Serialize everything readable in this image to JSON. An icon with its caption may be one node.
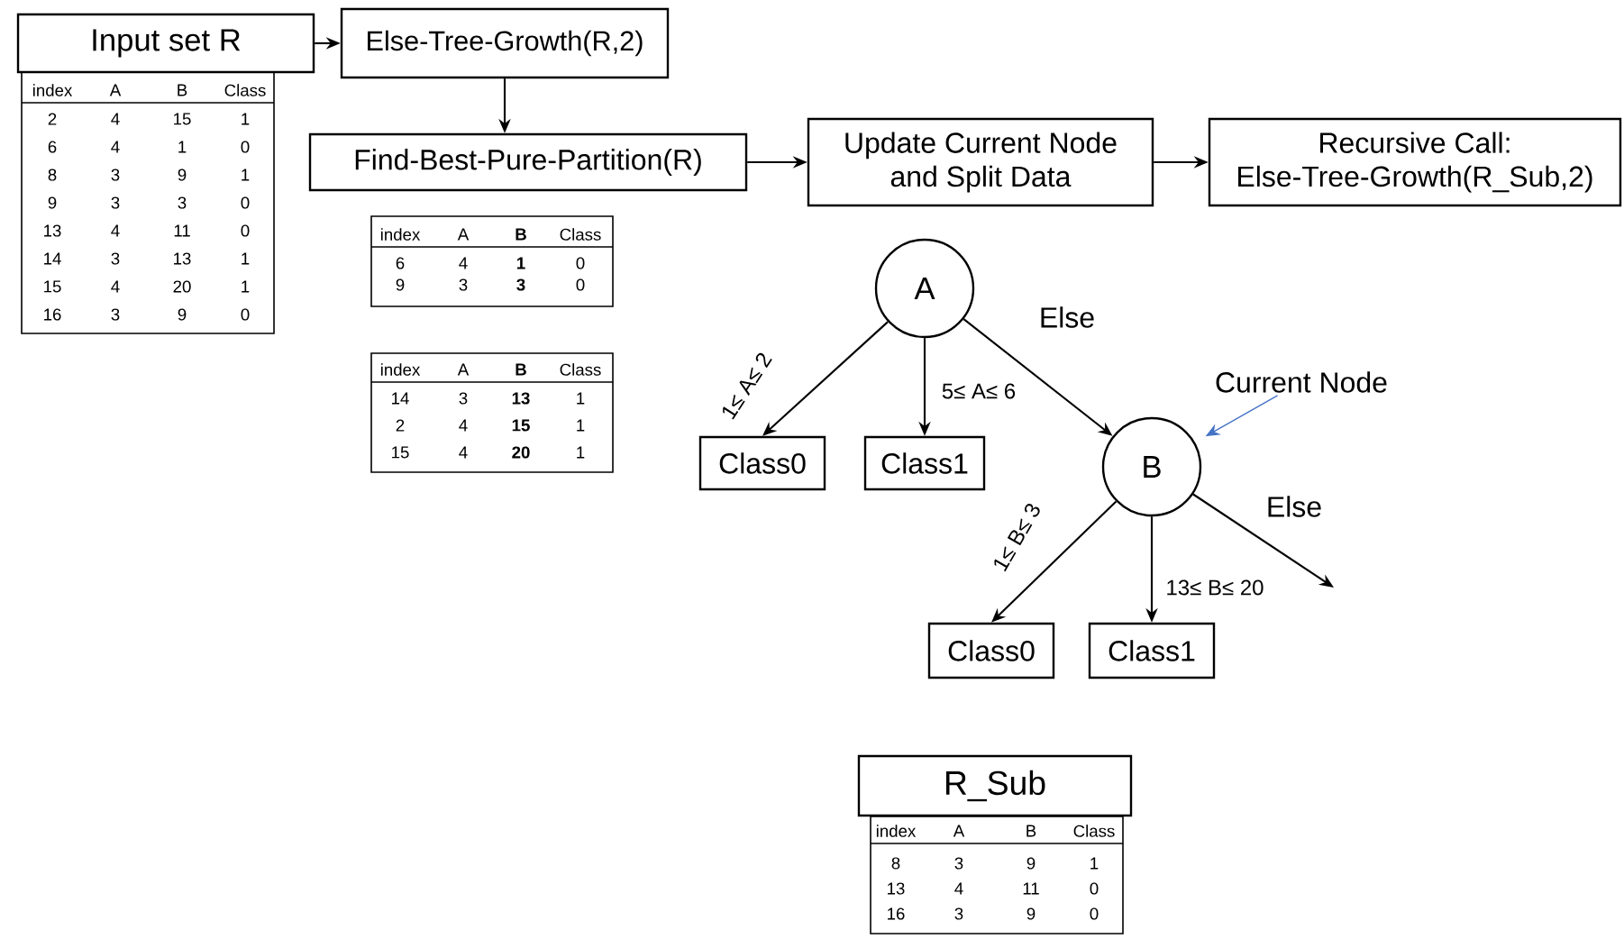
{
  "diagram": {
    "nodes": [
      {
        "text": [
          "Input set R"
        ]
      },
      {
        "text": [
          "Else-Tree-Growth(R,2)"
        ]
      },
      {
        "text": [
          "Find-Best-Pure-Partition(R)"
        ]
      },
      {
        "text": [
          "Update Current Node and Split Data"
        ]
      },
      {
        "text": [
          "Recursive Call: Else-Tree-Growth(R_Sub,2)"
        ]
      },
      {
        "text": [
          "A"
        ]
      },
      {
        "text": [
          "Class0"
        ]
      },
      {
        "text": [
          "Class1"
        ]
      },
      {
        "text": [
          "B"
        ]
      },
      {
        "text": [
          "Current Node"
        ]
      },
      {
        "text": [
          "Class0"
        ]
      },
      {
        "text": [
          "Class1"
        ]
      },
      {
        "text": [
          "R_Sub"
        ]
      }
    ],
    "edges": [
      {
        "from": 0,
        "to": 1,
        "arrow": "to"
      },
      {
        "from": 1,
        "to": 2,
        "arrow": "to"
      },
      {
        "from": 2,
        "to": 3,
        "arrow": "to"
      },
      {
        "from": 3,
        "to": 4,
        "arrow": "to"
      },
      {
        "from": 5,
        "to": 6,
        "arrow": "to",
        "label": "1≤ A≤ 2"
      },
      {
        "from": 5,
        "to": 7,
        "arrow": "to",
        "label": "5≤ A≤ 6"
      },
      {
        "from": 5,
        "to": 8,
        "arrow": "to",
        "label": "Else"
      },
      {
        "from": 9,
        "to": 8,
        "arrow": "to",
        "color": "#4472c4"
      },
      {
        "from": 8,
        "to": 10,
        "arrow": "to",
        "label": "1≤ B≤ 3"
      },
      {
        "from": 8,
        "to": 11,
        "arrow": "to",
        "label": "13≤ B≤ 20"
      },
      {
        "from": 8,
        "to": null,
        "arrow": "to",
        "label": "Else"
      }
    ],
    "labels": [
      "index",
      "A",
      "B",
      "Class",
      "2",
      "4",
      "15",
      "1",
      "6",
      "4",
      "1",
      "0",
      "8",
      "3",
      "9",
      "1",
      "9",
      "3",
      "3",
      "0",
      "13",
      "4",
      "11",
      "0",
      "14",
      "3",
      "13",
      "1",
      "15",
      "4",
      "20",
      "1",
      "16",
      "3",
      "9",
      "0",
      "index",
      "A",
      "B",
      "Class",
      "6",
      "4",
      "1",
      "0",
      "9",
      "3",
      "3",
      "0",
      "index",
      "A",
      "B",
      "Class",
      "14",
      "3",
      "13",
      "1",
      "2",
      "4",
      "15",
      "1",
      "15",
      "4",
      "20",
      "1",
      "index",
      "A",
      "B",
      "Class",
      "8",
      "3",
      "9",
      "1",
      "13",
      "4",
      "11",
      "0",
      "16",
      "3",
      "9",
      "0"
    ]
  }
}
